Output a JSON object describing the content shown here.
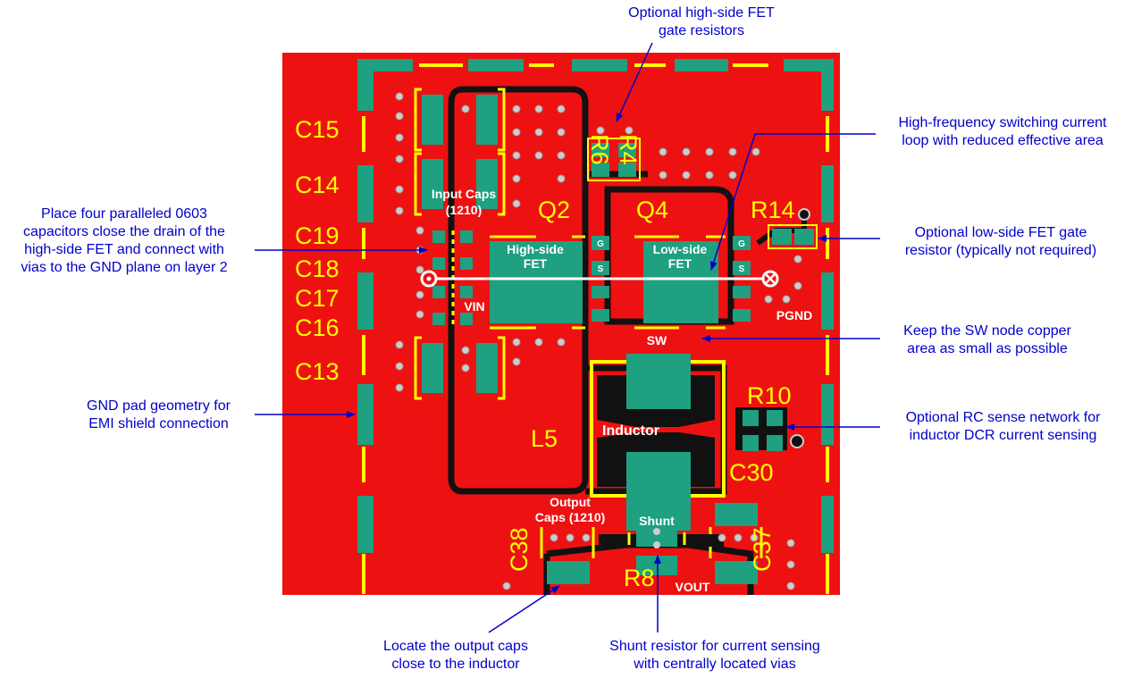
{
  "board": {
    "refs": {
      "c15": "C15",
      "c14": "C14",
      "c19": "C19",
      "c18": "C18",
      "c17": "C17",
      "c16": "C16",
      "c13": "C13",
      "q2": "Q2",
      "q4": "Q4",
      "r6": "R6",
      "r4": "R4",
      "r14": "R14",
      "r10": "R10",
      "c30": "C30",
      "l5": "L5",
      "c38": "C38",
      "c37": "C37",
      "r8": "R8"
    },
    "labels": {
      "input_caps_1": "Input Caps",
      "input_caps_2": "(1210)",
      "high_side_1": "High-side",
      "high_side_2": "FET",
      "low_side_1": "Low-side",
      "low_side_2": "FET",
      "gate": "G",
      "source": "S",
      "vin": "VIN",
      "pgnd": "PGND",
      "sw": "SW",
      "inductor": "Inductor",
      "output_caps_1": "Output",
      "output_caps_2": "Caps (1210)",
      "shunt": "Shunt",
      "vout": "VOUT"
    }
  },
  "annotations": {
    "hs_gate_res": [
      "Optional high-side FET",
      "gate resistors"
    ],
    "hf_loop": [
      "High-frequency switching current",
      "loop with reduced effective area"
    ],
    "input_caps": [
      "Place four paralleled 0603",
      "capacitors close the drain of the",
      "high-side FET and connect with",
      "vias to the GND plane on layer 2"
    ],
    "ls_gate_res": [
      "Optional low-side FET gate",
      "resistor (typically not required)"
    ],
    "sw_node": [
      "Keep the SW node copper",
      "area as small as possible"
    ],
    "gnd_pad": [
      "GND pad geometry for",
      "EMI shield connection"
    ],
    "rc_sense": [
      "Optional RC sense network for",
      "inductor DCR current sensing"
    ],
    "output_caps": [
      "Locate the output caps",
      "close to the inductor"
    ],
    "shunt_res": [
      "Shunt resistor for current sensing",
      "with centrally located vias"
    ]
  },
  "colors": {
    "board": "#ee1111",
    "pad": "#1fa080",
    "silk": "#ffff00",
    "trace": "#111111",
    "annotation": "#0000cc"
  }
}
